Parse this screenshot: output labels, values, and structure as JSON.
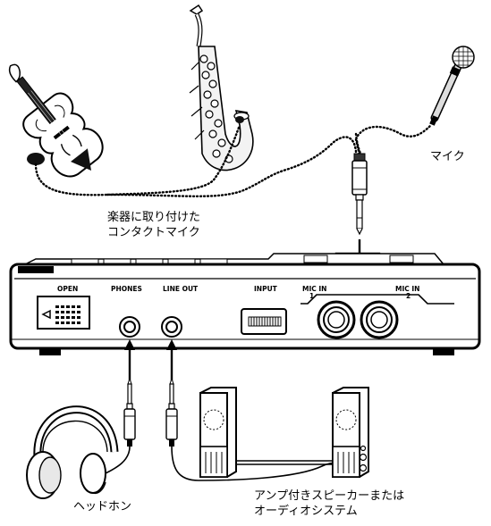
{
  "labels": {
    "contact_mic": [
      "楽器に取り付けた",
      "コンタクトマイク"
    ],
    "mic": "マイク",
    "headphones": "ヘッドホン",
    "speakers": [
      "アンプ付きスピーカーまたは",
      "オーディオシステム"
    ]
  },
  "panel": {
    "open": "OPEN",
    "phones": "PHONES",
    "line_out": "LINE OUT",
    "input": "INPUT",
    "mic_in_1": [
      "MIC IN",
      "1"
    ],
    "mic_in_2": [
      "MIC IN",
      "2"
    ]
  },
  "icons": [
    "violin-icon",
    "saxophone-icon",
    "microphone-icon",
    "headphones-icon",
    "speaker-icon",
    "jack-plug-icon"
  ]
}
